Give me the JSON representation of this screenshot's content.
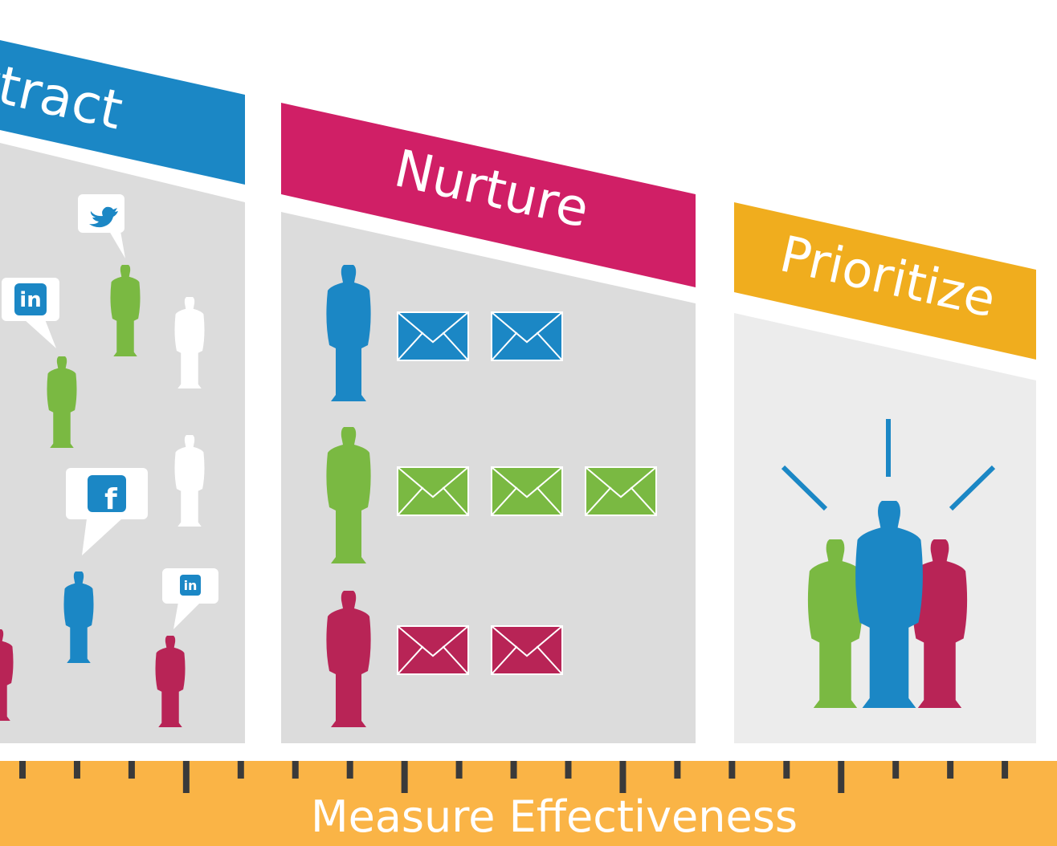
{
  "stages": {
    "attract": {
      "label": "Attract",
      "color": "#1b87c5"
    },
    "nurture": {
      "label": "Nurture",
      "color": "#d01f66"
    },
    "prioritize": {
      "label": "Prioritize",
      "color": "#f0ad1e"
    }
  },
  "ruler": {
    "label": "Measure Effectiveness",
    "color": "#fab446"
  },
  "colors": {
    "blue": "#1b87c5",
    "green": "#7ab942",
    "crimson": "#b82456",
    "panel_gray": "#dcdcdc",
    "panel_light": "#ececec"
  },
  "icons": {
    "social": [
      "twitter-icon",
      "linkedin-icon",
      "facebook-icon",
      "linkedin-icon"
    ],
    "message": "envelope-icon",
    "person": "person-icon",
    "highlight": "highlight-rays"
  },
  "social_letters": {
    "linkedin": "in",
    "facebook": "f"
  },
  "nurture_rows": [
    {
      "person_color": "blue",
      "emails": 2
    },
    {
      "person_color": "green",
      "emails": 3
    },
    {
      "person_color": "crimson",
      "emails": 2
    }
  ]
}
